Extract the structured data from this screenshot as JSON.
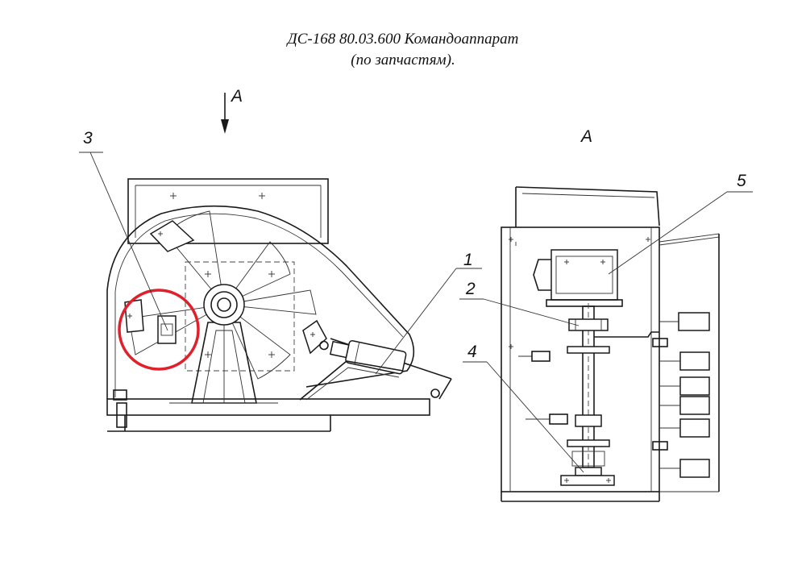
{
  "title": {
    "line1": "ДС-168 80.03.600 Командоаппарат",
    "line2": "(по запчастям)."
  },
  "view_label_arrow": "А",
  "view_label_section": "А",
  "callouts": [
    "1",
    "2",
    "3",
    "4",
    "5"
  ],
  "highlight_color": "#e0202a"
}
